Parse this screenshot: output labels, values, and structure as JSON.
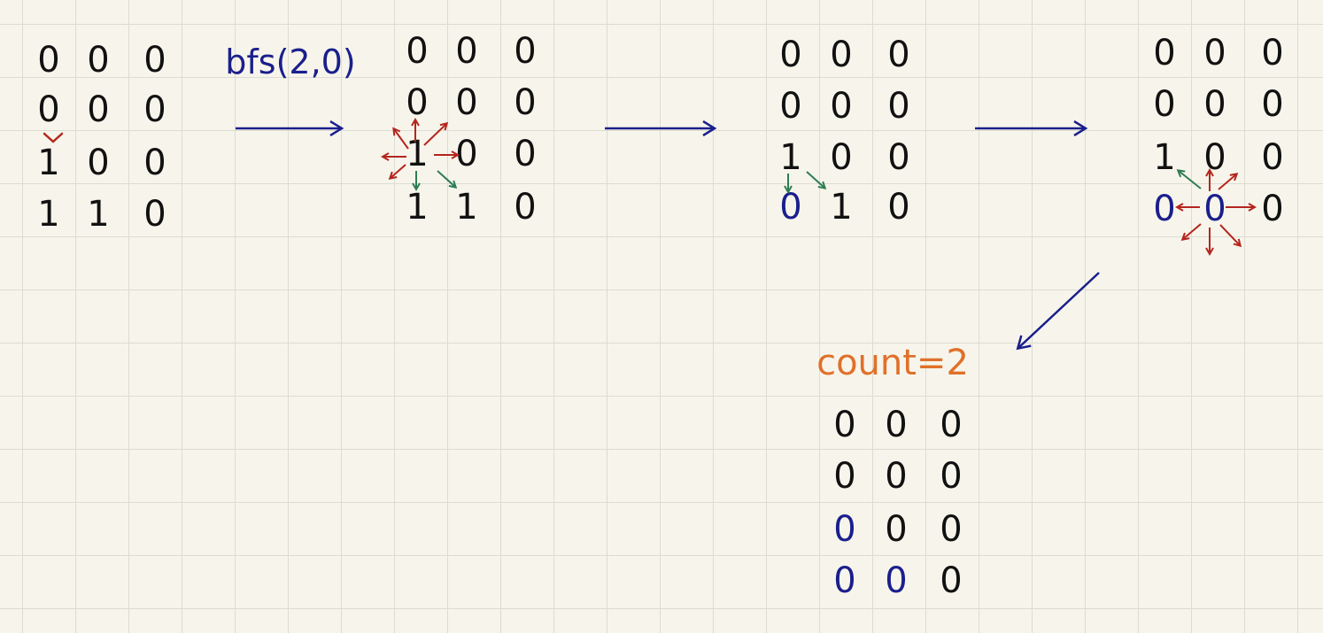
{
  "colors": {
    "ink": "#111111",
    "blue": "#1a1f8c",
    "red": "#b3261e",
    "green": "#2e7d52",
    "orange": "#e0702a",
    "background": "#f7f5eb",
    "gridline": "#dcdcd2"
  },
  "call_label": "bfs(2,0)",
  "count_label": "count=2",
  "grids": [
    {
      "cells": [
        [
          "0",
          "0",
          "0"
        ],
        [
          "0",
          "0",
          "0"
        ],
        [
          "1",
          "0",
          "0"
        ],
        [
          "1",
          "1",
          "0"
        ]
      ],
      "blue_cells": []
    },
    {
      "cells": [
        [
          "0",
          "0",
          "0"
        ],
        [
          "0",
          "0",
          "0"
        ],
        [
          "1",
          "0",
          "0"
        ],
        [
          "1",
          "1",
          "0"
        ]
      ],
      "blue_cells": []
    },
    {
      "cells": [
        [
          "0",
          "0",
          "0"
        ],
        [
          "0",
          "0",
          "0"
        ],
        [
          "1",
          "0",
          "0"
        ],
        [
          "0",
          "1",
          "0"
        ]
      ],
      "blue_cells": [
        [
          3,
          0
        ]
      ]
    },
    {
      "cells": [
        [
          "0",
          "0",
          "0"
        ],
        [
          "0",
          "0",
          "0"
        ],
        [
          "1",
          "0",
          "0"
        ],
        [
          "0",
          "0",
          "0"
        ]
      ],
      "blue_cells": [
        [
          3,
          0
        ],
        [
          3,
          1
        ]
      ]
    },
    {
      "cells": [
        [
          "0",
          "0",
          "0"
        ],
        [
          "0",
          "0",
          "0"
        ],
        [
          "0",
          "0",
          "0"
        ],
        [
          "0",
          "0",
          "0"
        ]
      ],
      "blue_cells": [
        [
          2,
          0
        ],
        [
          3,
          0
        ],
        [
          3,
          1
        ]
      ]
    }
  ],
  "marks": {
    "check_mark": "v",
    "neighbor_arrow_colors": [
      "red",
      "green"
    ]
  }
}
